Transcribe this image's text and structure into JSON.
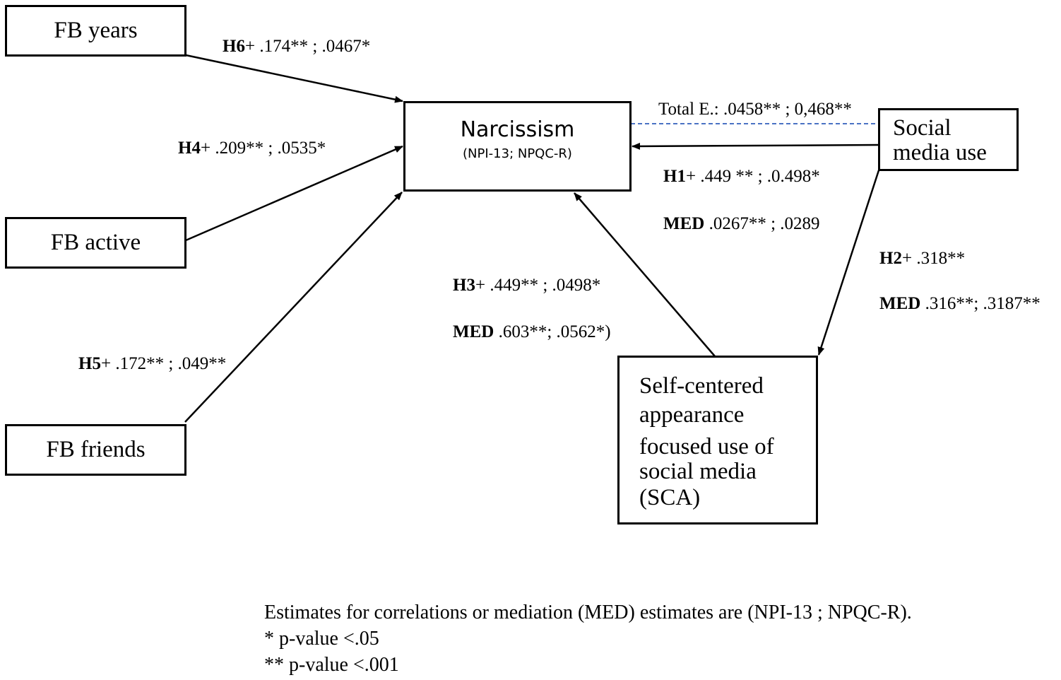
{
  "nodes": {
    "fb_years": "FB years",
    "fb_active": "FB active",
    "fb_friends": "FB friends",
    "narcissism_title": "Narcissism",
    "narcissism_sub": "(NPI-13; NPQC-R)",
    "social_media_line1": "Social",
    "social_media_line2": "media use",
    "sca_lines": [
      "Self-centered",
      "appearance",
      "focused use of",
      "social media",
      "(SCA)"
    ]
  },
  "paths": {
    "h6": {
      "tag": "H6",
      "sign": "+",
      "text": " .174** ; .0467*"
    },
    "h4": {
      "tag": "H4",
      "sign": "+",
      "text": " .209** ; .0535*"
    },
    "h5": {
      "tag": "H5",
      "sign": "+",
      "text": " .172** ; .049**"
    },
    "total": "Total E.: .0458** ; 0,468**",
    "h1": {
      "tag": "H1",
      "sign": "+",
      "text": " .449 ** ; .0.498*"
    },
    "h1_med": {
      "tag": "MED",
      "text": " .0267** ; .0289"
    },
    "h2": {
      "tag": "H2",
      "sign": "+",
      "text": " .318**"
    },
    "h2_med": {
      "tag": "MED",
      "text": " .316**; .3187**"
    },
    "h3": {
      "tag": "H3",
      "sign": "+",
      "text": " .449** ;  .0498*"
    },
    "h3_med": {
      "tag": "MED",
      "text": " .603**; .0562*)"
    }
  },
  "notes": [
    "Estimates for correlations or mediation (MED) estimates are (NPI-13 ; NPQC-R).",
    "* p-value <.05",
    "** p-value <.001"
  ],
  "colors": {
    "dashed_line": "#4a72c4",
    "stroke": "#000000"
  }
}
